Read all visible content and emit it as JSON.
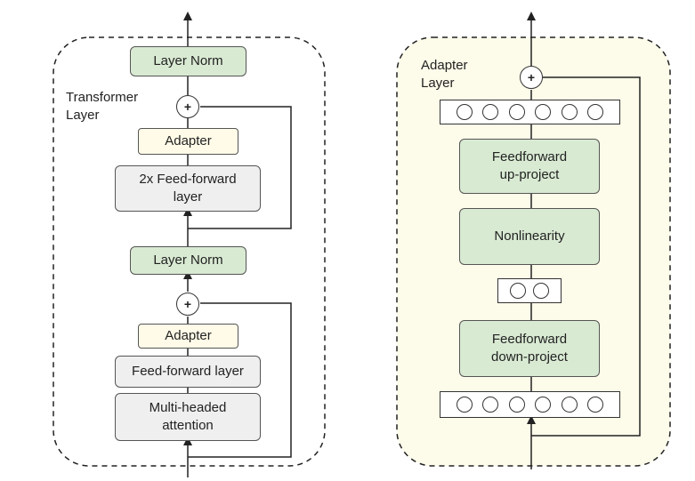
{
  "transformer": {
    "title_line1": "Transformer",
    "title_line2": "Layer",
    "layer_norm_top": "Layer Norm",
    "adapter_top": "Adapter",
    "ff_2x_line1": "2x Feed-forward",
    "ff_2x_line2": "layer",
    "layer_norm_mid": "Layer Norm",
    "adapter_bottom": "Adapter",
    "ff_layer": "Feed-forward layer",
    "attention_line1": "Multi-headed",
    "attention_line2": "attention",
    "plus_symbol": "+"
  },
  "adapter": {
    "title_line1": "Adapter",
    "title_line2": "Layer",
    "up_project_line1": "Feedforward",
    "up_project_line2": "up-project",
    "nonlinearity": "Nonlinearity",
    "down_project_line1": "Feedforward",
    "down_project_line2": "down-project",
    "plus_symbol": "+",
    "top_neuron_count": 6,
    "middle_neuron_count": 2,
    "bottom_neuron_count": 6
  },
  "colors": {
    "green_block": "#d9ead3",
    "gray_block": "#efefef",
    "adapter_block": "#fffbe8",
    "adapter_panel_bg": "#fdfbe9"
  }
}
